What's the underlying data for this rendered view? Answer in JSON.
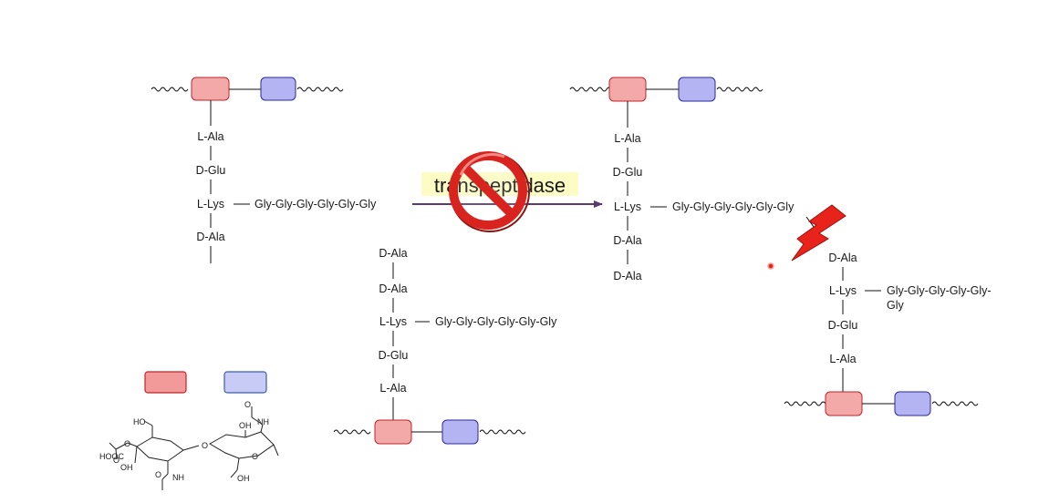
{
  "colors": {
    "nam_fill": "#f4a9a9",
    "nam_stroke": "#c0242a",
    "nag_fill": "#b4b4f2",
    "nag_stroke": "#2a2a9a",
    "arrow": "#5b3a6e",
    "banner": "#fbfbb0",
    "no_sign": "#d9231f",
    "bolt": "#e8231c"
  },
  "icons": {
    "inhibit": "no-sign-icon",
    "cleave": "lightning-bolt-icon"
  },
  "arrow_label": "transpeptidase",
  "strand_a": {
    "stem": [
      "L-Ala",
      "D-Glu",
      "L-Lys",
      "D-Ala"
    ],
    "bridge": "Gly-Gly-Gly-Gly-Gly-Gly"
  },
  "strand_b": {
    "stem": [
      "D-Ala",
      "D-Ala",
      "L-Lys",
      "D-Glu",
      "L-Ala"
    ],
    "bridge": "Gly-Gly-Gly-Gly-Gly-Gly"
  },
  "strand_c": {
    "stem": [
      "L-Ala",
      "D-Glu",
      "L-Lys",
      "D-Ala",
      "D-Ala"
    ],
    "bridge": "Gly-Gly-Gly-Gly-Gly-Gly"
  },
  "strand_d": {
    "stem": [
      "D-Ala",
      "L-Lys",
      "D-Glu",
      "L-Ala"
    ],
    "bridge_line1": "Gly-Gly-Gly-Gly-Gly-",
    "bridge_line2": "Gly"
  },
  "chemical_structure": {
    "labels": [
      "HO",
      "HOOC",
      "O",
      "O",
      "OH",
      "NH",
      "O",
      "OH",
      "NH",
      "O",
      "O",
      "OH",
      "O"
    ]
  }
}
